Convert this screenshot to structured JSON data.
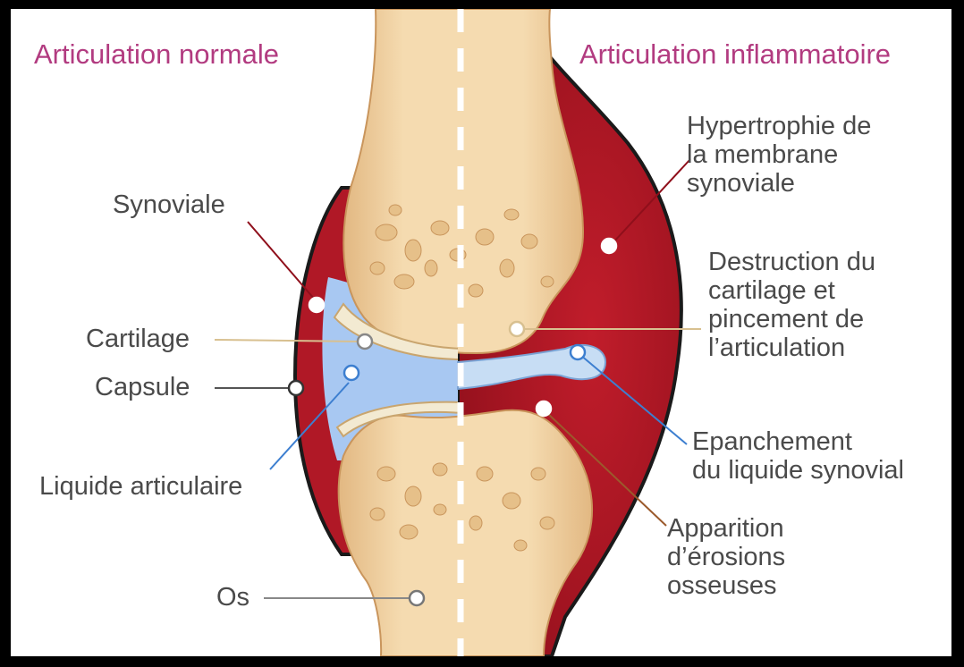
{
  "headings": {
    "normal": "Articulation normale",
    "inflammatory": "Articulation inflammatoire"
  },
  "labels": {
    "synoviale": "Synoviale",
    "cartilage": "Cartilage",
    "capsule": "Capsule",
    "liquide": "Liquide articulaire",
    "os": "Os",
    "hypertrophie": "Hypertrophie de\nla membrane\nsynoviale",
    "destruction": "Destruction du\ncartilage et\npincement de\nl’articulation",
    "epanchement": "Epanchement\ndu liquide synovial",
    "erosions": "Apparition\nd’érosions\nosseuses"
  },
  "colors": {
    "bone": "#efd0a4",
    "bone_shade": "#d9ab73",
    "synovium": "#b01826",
    "fluid": "#a8c8f2",
    "heading": "#b23b80",
    "text": "#4a4a4a"
  }
}
